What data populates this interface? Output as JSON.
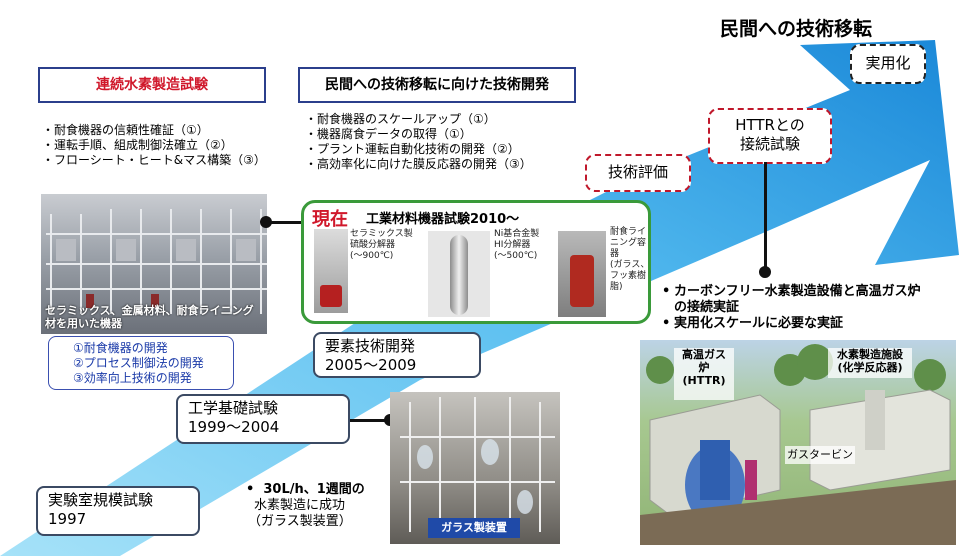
{
  "headline": "民間への技術移転",
  "future_goal": "実用化",
  "next_steps": {
    "httr_connection": "HTTRとの\n接続試験",
    "tech_evaluation": "技術評価"
  },
  "continuous_test": {
    "title": "連続水素製造試験",
    "items": [
      "耐食機器の信頼性確証（①）",
      "運転手順、組成制御法確立（②）",
      "フローシート・ヒート&マス構築（③）"
    ],
    "photo_caption": "セラミックス、金属材料、耐食ライニング材を用いた機器"
  },
  "transfer_dev": {
    "title": "民間への技術移転に向けた技術開発",
    "items": [
      "耐食機器のスケールアップ（①）",
      "機器腐食データの取得（①）",
      "プラント運転自動化技術の開発（②）",
      "高効率化に向けた膜反応器の開発（③）"
    ]
  },
  "current": {
    "label": "現在",
    "title": "工業材料機器試験2010〜",
    "item1": "セラミックス製\n硫酸分解器\n(〜900℃)",
    "item2": "Ni基合金製\nHI分解器\n(〜500℃)",
    "item3": "耐食ライニング容器\n(ガラス、フッ素樹脂)"
  },
  "dev_list": [
    "①耐食機器の開発",
    "②プロセス制御法の開発",
    "③効率向上技術の開発"
  ],
  "stages": {
    "element": {
      "title": "要素技術開発",
      "years": "2005〜2009"
    },
    "basic": {
      "title": "工学基礎試験",
      "years": "1999〜2004"
    },
    "lab": {
      "title": "実験室規模試験",
      "years": "1997"
    }
  },
  "lab_result": {
    "line1": "30L/h、1週間の",
    "line2": "水素製造に成功",
    "line3": "（ガラス製装置）",
    "photo_caption": "ガラス製装置"
  },
  "httr_goal": {
    "items": [
      "カーボンフリー水素製造設備と高温ガス炉\nの接続実証",
      "実用化スケールに必要な実証"
    ],
    "label_reactor": "高温ガス\n炉\n(HTTR)",
    "label_chem": "水素製造施設\n(化学反応器)",
    "label_turbine": "ガスタービン"
  },
  "colors": {
    "arrow_light": "#7fd4f4",
    "arrow_dark": "#1a88d8",
    "dashed_red": "#c0182b",
    "title_red": "#d0182b",
    "current_green": "#3a9a3a",
    "dev_blue": "#1a3aa8"
  }
}
